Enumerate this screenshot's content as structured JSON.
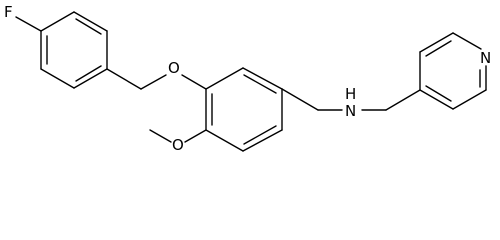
{
  "structure": {
    "atoms": {
      "fluorine": "F",
      "ether_oxygen": "O",
      "methoxy_oxygen": "O",
      "amine": "H",
      "amine_n": "N",
      "pyridine_n": "N"
    }
  }
}
